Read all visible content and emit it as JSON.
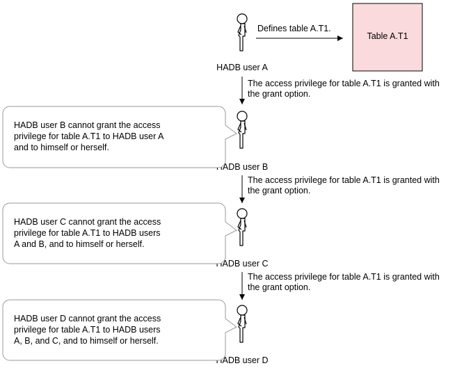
{
  "users": [
    {
      "label": "HADB user A"
    },
    {
      "label": "HADB user B"
    },
    {
      "label": "HADB user C"
    },
    {
      "label": "HADB user D"
    }
  ],
  "table": {
    "label": "Table A.T1",
    "fill": "#fadadd",
    "stroke": "#000000"
  },
  "define_arrow": {
    "label": "Defines table A.T1."
  },
  "grants": [
    {
      "line1": "The access privilege for table A.T1 is granted with",
      "line2": "the grant option."
    },
    {
      "line1": "The access privilege for table A.T1 is granted with",
      "line2": "the grant option."
    },
    {
      "line1": "The access privilege for table A.T1 is granted with",
      "line2": "the grant option."
    }
  ],
  "callouts": [
    {
      "lines": [
        "HADB user B cannot grant the access",
        "privilege for table A.T1 to HADB user A",
        "and to himself or herself."
      ]
    },
    {
      "lines": [
        "HADB user C cannot grant the access",
        "privilege for table A.T1 to HADB users",
        "A and B, and to himself or herself."
      ]
    },
    {
      "lines": [
        "HADB user D cannot grant the access",
        "privilege for table A.T1 to HADB users",
        "A, B, and C, and to himself or herself."
      ]
    }
  ]
}
